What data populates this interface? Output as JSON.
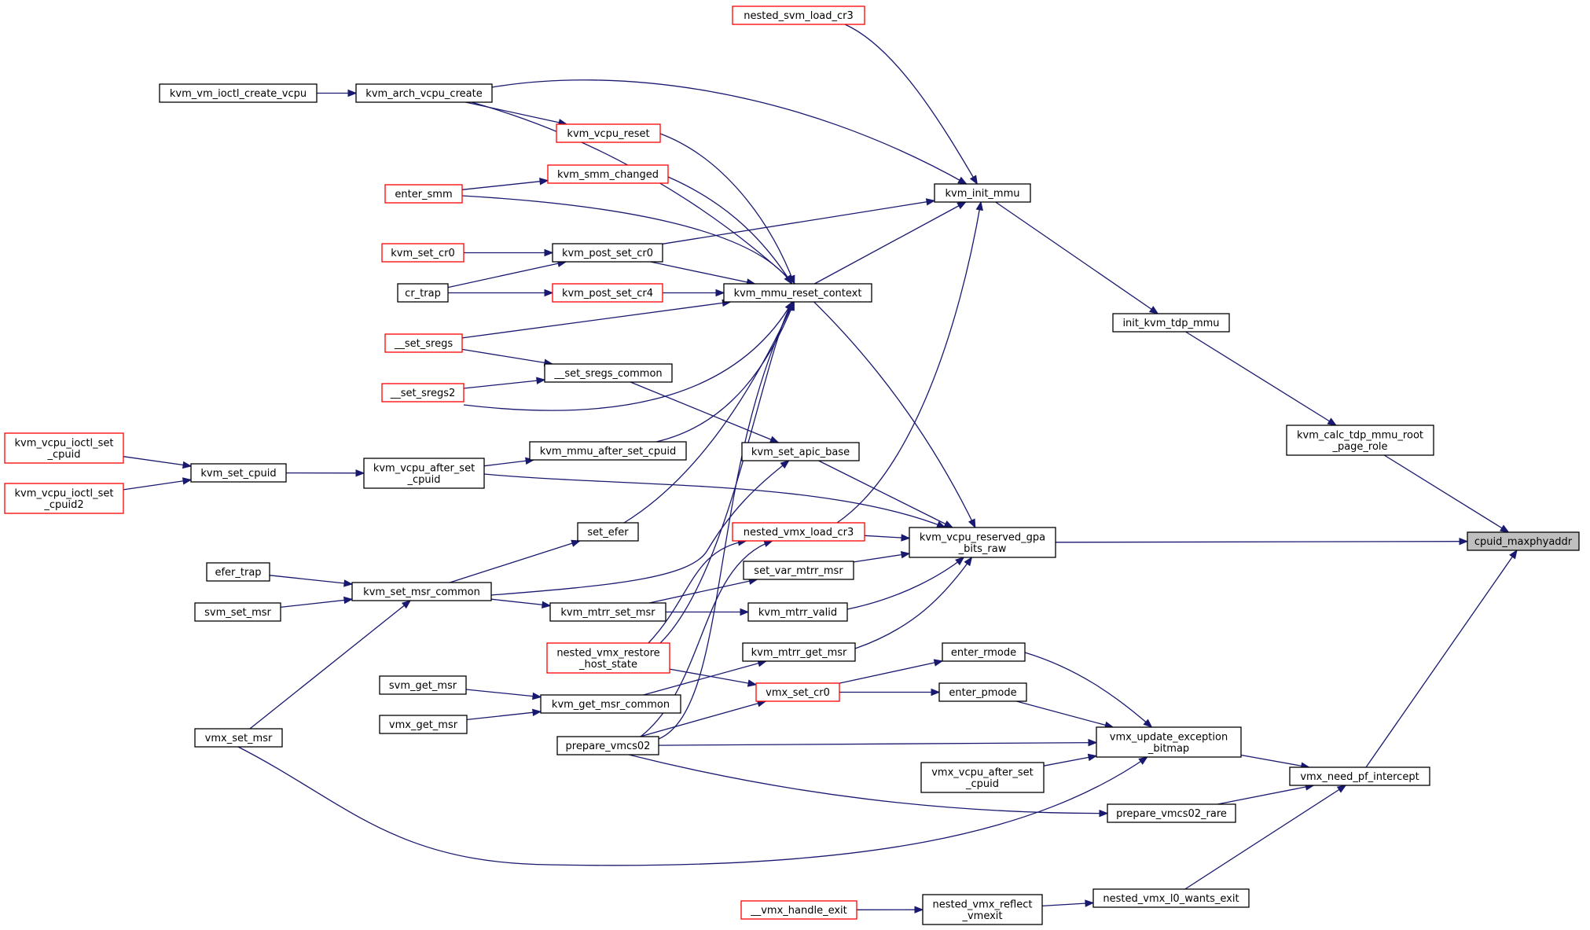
{
  "graph": {
    "colors": {
      "edge": "#191970",
      "truncated_border": "#ff0000",
      "root_fill": "#bfbfbf"
    },
    "nodes": [
      {
        "id": "cpuid_maxphyaddr",
        "lines": [
          "cpuid_maxphyaddr"
        ],
        "style": "root"
      },
      {
        "id": "kvm_calc_tdp_mmu_root_page_role",
        "lines": [
          "kvm_calc_tdp_mmu_root",
          "_page_role"
        ],
        "style": "normal"
      },
      {
        "id": "kvm_vcpu_reserved_gpa_bits_raw",
        "lines": [
          "kvm_vcpu_reserved_gpa",
          "_bits_raw"
        ],
        "style": "normal"
      },
      {
        "id": "vmx_need_pf_intercept",
        "lines": [
          "vmx_need_pf_intercept"
        ],
        "style": "normal"
      },
      {
        "id": "init_kvm_tdp_mmu",
        "lines": [
          "init_kvm_tdp_mmu"
        ],
        "style": "normal"
      },
      {
        "id": "kvm_init_mmu",
        "lines": [
          "kvm_init_mmu"
        ],
        "style": "normal"
      },
      {
        "id": "nested_svm_load_cr3",
        "lines": [
          "nested_svm_load_cr3"
        ],
        "style": "red"
      },
      {
        "id": "kvm_arch_vcpu_create",
        "lines": [
          "kvm_arch_vcpu_create"
        ],
        "style": "normal"
      },
      {
        "id": "kvm_vm_ioctl_create_vcpu",
        "lines": [
          "kvm_vm_ioctl_create_vcpu"
        ],
        "style": "normal"
      },
      {
        "id": "kvm_vcpu_reset",
        "lines": [
          "kvm_vcpu_reset"
        ],
        "style": "red"
      },
      {
        "id": "kvm_smm_changed",
        "lines": [
          "kvm_smm_changed"
        ],
        "style": "red"
      },
      {
        "id": "enter_smm",
        "lines": [
          "enter_smm"
        ],
        "style": "red"
      },
      {
        "id": "kvm_set_cr0",
        "lines": [
          "kvm_set_cr0"
        ],
        "style": "red"
      },
      {
        "id": "kvm_post_set_cr0",
        "lines": [
          "kvm_post_set_cr0"
        ],
        "style": "normal"
      },
      {
        "id": "cr_trap",
        "lines": [
          "cr_trap"
        ],
        "style": "normal"
      },
      {
        "id": "kvm_post_set_cr4",
        "lines": [
          "kvm_post_set_cr4"
        ],
        "style": "red"
      },
      {
        "id": "kvm_mmu_reset_context",
        "lines": [
          "kvm_mmu_reset_context"
        ],
        "style": "normal"
      },
      {
        "id": "__set_sregs",
        "lines": [
          "__set_sregs"
        ],
        "style": "red"
      },
      {
        "id": "__set_sregs_common",
        "lines": [
          "__set_sregs_common"
        ],
        "style": "normal"
      },
      {
        "id": "__set_sregs2",
        "lines": [
          "__set_sregs2"
        ],
        "style": "red"
      },
      {
        "id": "kvm_vcpu_ioctl_set_cpuid",
        "lines": [
          "kvm_vcpu_ioctl_set",
          "_cpuid"
        ],
        "style": "red"
      },
      {
        "id": "kvm_vcpu_ioctl_set_cpuid2",
        "lines": [
          "kvm_vcpu_ioctl_set",
          "_cpuid2"
        ],
        "style": "red"
      },
      {
        "id": "kvm_set_cpuid",
        "lines": [
          "kvm_set_cpuid"
        ],
        "style": "normal"
      },
      {
        "id": "kvm_vcpu_after_set_cpuid",
        "lines": [
          "kvm_vcpu_after_set",
          "_cpuid"
        ],
        "style": "normal"
      },
      {
        "id": "kvm_mmu_after_set_cpuid",
        "lines": [
          "kvm_mmu_after_set_cpuid"
        ],
        "style": "normal"
      },
      {
        "id": "kvm_set_apic_base",
        "lines": [
          "kvm_set_apic_base"
        ],
        "style": "normal"
      },
      {
        "id": "set_efer",
        "lines": [
          "set_efer"
        ],
        "style": "normal"
      },
      {
        "id": "nested_vmx_load_cr3",
        "lines": [
          "nested_vmx_load_cr3"
        ],
        "style": "red"
      },
      {
        "id": "efer_trap",
        "lines": [
          "efer_trap"
        ],
        "style": "normal"
      },
      {
        "id": "kvm_set_msr_common",
        "lines": [
          "kvm_set_msr_common"
        ],
        "style": "normal"
      },
      {
        "id": "svm_set_msr",
        "lines": [
          "svm_set_msr"
        ],
        "style": "normal"
      },
      {
        "id": "set_var_mtrr_msr",
        "lines": [
          "set_var_mtrr_msr"
        ],
        "style": "normal"
      },
      {
        "id": "kvm_mtrr_set_msr",
        "lines": [
          "kvm_mtrr_set_msr"
        ],
        "style": "normal"
      },
      {
        "id": "kvm_mtrr_valid",
        "lines": [
          "kvm_mtrr_valid"
        ],
        "style": "normal"
      },
      {
        "id": "nested_vmx_restore_host_state",
        "lines": [
          "nested_vmx_restore",
          "_host_state"
        ],
        "style": "red"
      },
      {
        "id": "kvm_mtrr_get_msr",
        "lines": [
          "kvm_mtrr_get_msr"
        ],
        "style": "normal"
      },
      {
        "id": "enter_rmode",
        "lines": [
          "enter_rmode"
        ],
        "style": "normal"
      },
      {
        "id": "svm_get_msr",
        "lines": [
          "svm_get_msr"
        ],
        "style": "normal"
      },
      {
        "id": "kvm_get_msr_common",
        "lines": [
          "kvm_get_msr_common"
        ],
        "style": "normal"
      },
      {
        "id": "vmx_set_cr0",
        "lines": [
          "vmx_set_cr0"
        ],
        "style": "red"
      },
      {
        "id": "enter_pmode",
        "lines": [
          "enter_pmode"
        ],
        "style": "normal"
      },
      {
        "id": "vmx_get_msr",
        "lines": [
          "vmx_get_msr"
        ],
        "style": "normal"
      },
      {
        "id": "vmx_set_msr",
        "lines": [
          "vmx_set_msr"
        ],
        "style": "normal"
      },
      {
        "id": "prepare_vmcs02",
        "lines": [
          "prepare_vmcs02"
        ],
        "style": "normal"
      },
      {
        "id": "vmx_update_exception_bitmap",
        "lines": [
          "vmx_update_exception",
          "_bitmap"
        ],
        "style": "normal"
      },
      {
        "id": "vmx_vcpu_after_set_cpuid",
        "lines": [
          "vmx_vcpu_after_set",
          "_cpuid"
        ],
        "style": "normal"
      },
      {
        "id": "prepare_vmcs02_rare",
        "lines": [
          "prepare_vmcs02_rare"
        ],
        "style": "normal"
      },
      {
        "id": "__vmx_handle_exit",
        "lines": [
          "__vmx_handle_exit"
        ],
        "style": "red"
      },
      {
        "id": "nested_vmx_reflect_vmexit",
        "lines": [
          "nested_vmx_reflect",
          "_vmexit"
        ],
        "style": "normal"
      },
      {
        "id": "nested_vmx_l0_wants_exit",
        "lines": [
          "nested_vmx_l0_wants_exit"
        ],
        "style": "normal"
      }
    ],
    "edges": [
      [
        "kvm_calc_tdp_mmu_root_page_role",
        "cpuid_maxphyaddr"
      ],
      [
        "kvm_vcpu_reserved_gpa_bits_raw",
        "cpuid_maxphyaddr"
      ],
      [
        "vmx_need_pf_intercept",
        "cpuid_maxphyaddr"
      ],
      [
        "init_kvm_tdp_mmu",
        "kvm_calc_tdp_mmu_root_page_role"
      ],
      [
        "kvm_init_mmu",
        "init_kvm_tdp_mmu"
      ],
      [
        "nested_svm_load_cr3",
        "kvm_init_mmu"
      ],
      [
        "kvm_arch_vcpu_create",
        "kvm_init_mmu"
      ],
      [
        "kvm_post_set_cr0",
        "kvm_init_mmu"
      ],
      [
        "kvm_mmu_reset_context",
        "kvm_init_mmu"
      ],
      [
        "nested_vmx_load_cr3",
        "kvm_init_mmu"
      ],
      [
        "kvm_vm_ioctl_create_vcpu",
        "kvm_arch_vcpu_create"
      ],
      [
        "kvm_arch_vcpu_create",
        "kvm_vcpu_reset"
      ],
      [
        "kvm_arch_vcpu_create",
        "kvm_vcpu_reserved_gpa_bits_raw"
      ],
      [
        "kvm_vcpu_reset",
        "kvm_mmu_reset_context"
      ],
      [
        "kvm_smm_changed",
        "kvm_mmu_reset_context"
      ],
      [
        "enter_smm",
        "kvm_smm_changed"
      ],
      [
        "enter_smm",
        "kvm_mmu_reset_context"
      ],
      [
        "kvm_set_cr0",
        "kvm_post_set_cr0"
      ],
      [
        "cr_trap",
        "kvm_post_set_cr0"
      ],
      [
        "cr_trap",
        "kvm_post_set_cr4"
      ],
      [
        "kvm_post_set_cr0",
        "kvm_mmu_reset_context"
      ],
      [
        "kvm_post_set_cr4",
        "kvm_mmu_reset_context"
      ],
      [
        "__set_sregs",
        "kvm_mmu_reset_context"
      ],
      [
        "__set_sregs2",
        "kvm_mmu_reset_context"
      ],
      [
        "__set_sregs",
        "__set_sregs_common"
      ],
      [
        "__set_sregs2",
        "__set_sregs_common"
      ],
      [
        "__set_sregs_common",
        "kvm_set_apic_base"
      ],
      [
        "kvm_mmu_after_set_cpuid",
        "kvm_mmu_reset_context"
      ],
      [
        "set_efer",
        "kvm_mmu_reset_context"
      ],
      [
        "nested_vmx_restore_host_state",
        "kvm_mmu_reset_context"
      ],
      [
        "prepare_vmcs02",
        "kvm_mmu_reset_context"
      ],
      [
        "kvm_vcpu_ioctl_set_cpuid",
        "kvm_set_cpuid"
      ],
      [
        "kvm_vcpu_ioctl_set_cpuid2",
        "kvm_set_cpuid"
      ],
      [
        "kvm_set_cpuid",
        "kvm_vcpu_after_set_cpuid"
      ],
      [
        "kvm_vcpu_after_set_cpuid",
        "kvm_mmu_after_set_cpuid"
      ],
      [
        "kvm_vcpu_after_set_cpuid",
        "kvm_vcpu_reserved_gpa_bits_raw"
      ],
      [
        "kvm_set_apic_base",
        "kvm_vcpu_reserved_gpa_bits_raw"
      ],
      [
        "kvm_set_msr_common",
        "kvm_set_apic_base"
      ],
      [
        "kvm_set_msr_common",
        "set_efer"
      ],
      [
        "efer_trap",
        "kvm_set_msr_common"
      ],
      [
        "svm_set_msr",
        "kvm_set_msr_common"
      ],
      [
        "vmx_set_msr",
        "kvm_set_msr_common"
      ],
      [
        "kvm_set_msr_common",
        "kvm_mtrr_set_msr"
      ],
      [
        "kvm_mtrr_set_msr",
        "set_var_mtrr_msr"
      ],
      [
        "kvm_mtrr_set_msr",
        "kvm_mtrr_valid"
      ],
      [
        "set_var_mtrr_msr",
        "kvm_vcpu_reserved_gpa_bits_raw"
      ],
      [
        "kvm_mtrr_valid",
        "kvm_vcpu_reserved_gpa_bits_raw"
      ],
      [
        "kvm_mtrr_get_msr",
        "kvm_vcpu_reserved_gpa_bits_raw"
      ],
      [
        "nested_vmx_load_cr3",
        "kvm_vcpu_reserved_gpa_bits_raw"
      ],
      [
        "nested_vmx_restore_host_state",
        "nested_vmx_load_cr3"
      ],
      [
        "prepare_vmcs02",
        "nested_vmx_load_cr3"
      ],
      [
        "kvm_get_msr_common",
        "kvm_mtrr_get_msr"
      ],
      [
        "svm_get_msr",
        "kvm_get_msr_common"
      ],
      [
        "vmx_get_msr",
        "kvm_get_msr_common"
      ],
      [
        "nested_vmx_restore_host_state",
        "vmx_set_cr0"
      ],
      [
        "prepare_vmcs02",
        "vmx_set_cr0"
      ],
      [
        "vmx_set_cr0",
        "enter_rmode"
      ],
      [
        "vmx_set_cr0",
        "enter_pmode"
      ],
      [
        "enter_rmode",
        "vmx_update_exception_bitmap"
      ],
      [
        "enter_pmode",
        "vmx_update_exception_bitmap"
      ],
      [
        "prepare_vmcs02",
        "vmx_update_exception_bitmap"
      ],
      [
        "vmx_vcpu_after_set_cpuid",
        "vmx_update_exception_bitmap"
      ],
      [
        "vmx_set_msr",
        "vmx_update_exception_bitmap"
      ],
      [
        "prepare_vmcs02",
        "prepare_vmcs02_rare"
      ],
      [
        "vmx_update_exception_bitmap",
        "vmx_need_pf_intercept"
      ],
      [
        "prepare_vmcs02_rare",
        "vmx_need_pf_intercept"
      ],
      [
        "nested_vmx_l0_wants_exit",
        "vmx_need_pf_intercept"
      ],
      [
        "__vmx_handle_exit",
        "nested_vmx_reflect_vmexit"
      ],
      [
        "nested_vmx_reflect_vmexit",
        "nested_vmx_l0_wants_exit"
      ]
    ]
  }
}
